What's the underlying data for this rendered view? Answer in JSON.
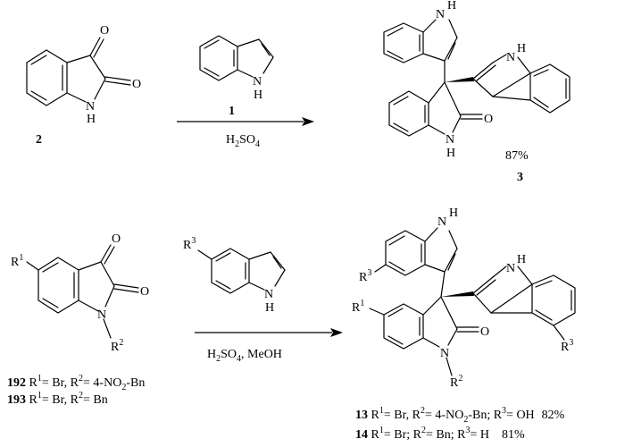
{
  "reaction1": {
    "reactant": {
      "number": "2",
      "atoms": {
        "o_top": "O",
        "o_right": "O",
        "nh_n": "N",
        "nh_h": "H"
      }
    },
    "indole": {
      "number": "1",
      "atoms": {
        "nh_n": "N",
        "nh_h": "H"
      }
    },
    "reagent": {
      "text": "H",
      "sub": "2",
      "text2": "SO",
      "sub2": "4"
    },
    "product": {
      "number": "3",
      "yield": "87%",
      "atoms": {
        "nh_top": "N",
        "nh_top_h": "H",
        "nh_right": "N",
        "nh_right_h": "H",
        "o": "O",
        "nh_bottom_n": "N",
        "nh_bottom_h": "H"
      }
    }
  },
  "reaction2": {
    "isatin": {
      "r1": "R",
      "r1_sup": "1",
      "o_top": "O",
      "o_right": "O",
      "n": "N",
      "r2": "R",
      "r2_sup": "2"
    },
    "indole": {
      "r3": "R",
      "r3_sup": "3",
      "nh_n": "N",
      "nh_h": "H"
    },
    "reagent": {
      "text": "H",
      "sub": "2",
      "text2": "SO",
      "sub2": "4",
      "text3": ", MeOH"
    },
    "substrates": [
      {
        "number": "192",
        "p1": " R",
        "s1": "1",
        "p2": "= Br, R",
        "s2": "2",
        "p3": "= 4-NO",
        "s3": "2",
        "p4": "-Bn"
      },
      {
        "number": "193",
        "p1": " R",
        "s1": "1",
        "p2": "= Br, R",
        "s2": "2",
        "p3": "= Bn"
      }
    ],
    "product": {
      "atoms": {
        "nh_top_n": "N",
        "nh_top_h": "H",
        "r3_left": "R",
        "r3_left_sup": "3",
        "nh_right_n": "N",
        "nh_right_h": "H",
        "r1": "R",
        "r1_sup": "1",
        "o": "O",
        "n": "N",
        "r2": "R",
        "r2_sup": "2",
        "r3_right": "R",
        "r3_right_sup": "3"
      }
    },
    "results": [
      {
        "number": "13",
        "p1": " R",
        "s1": "1",
        "p2": "= Br, R",
        "s2": "2",
        "p3": "= 4-NO",
        "s3": "2",
        "p4": "-Bn; R",
        "s4": "3",
        "p5": "= OH",
        "yield": "82%"
      },
      {
        "number": "14",
        "p1": " R",
        "s1": "1",
        "p2": "= Br; R",
        "s2": "2",
        "p3": "= Bn; R",
        "s3": "3",
        "p4": "= H",
        "yield": "81%"
      }
    ]
  }
}
